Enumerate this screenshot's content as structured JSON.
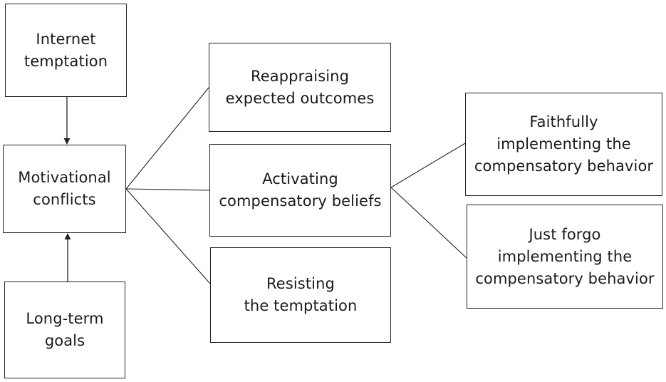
{
  "nodes": {
    "internet_temptation": "Internet\ntemptation",
    "motivational_conflicts": "Motivational\nconflicts",
    "long_term_goals": "Long-term\ngoals",
    "reappraising": "Reappraising\nexpected outcomes",
    "activating": "Activating\ncompensatory beliefs",
    "resisting": "Resisting\nthe temptation",
    "faithfully": "Faithfully\nimplementing the\ncompensatory behavior",
    "just_forgo": "Just forgo\nimplementing the\ncompensatory behavior"
  },
  "edges": [
    {
      "from": "Internet temptation",
      "to": "Motivational conflicts",
      "kind": "arrow"
    },
    {
      "from": "Long-term goals",
      "to": "Motivational conflicts",
      "kind": "arrow"
    },
    {
      "from": "Motivational conflicts",
      "to": "Reappraising expected outcomes",
      "kind": "line"
    },
    {
      "from": "Motivational conflicts",
      "to": "Activating compensatory beliefs",
      "kind": "line"
    },
    {
      "from": "Motivational conflicts",
      "to": "Resisting the temptation",
      "kind": "line"
    },
    {
      "from": "Activating compensatory beliefs",
      "to": "Faithfully implementing the compensatory behavior",
      "kind": "line"
    },
    {
      "from": "Activating compensatory beliefs",
      "to": "Just forgo implementing the compensatory behavior",
      "kind": "line"
    }
  ],
  "colors": {
    "stroke": "#222222",
    "text": "#1a1a1a",
    "background": "#ffffff"
  }
}
